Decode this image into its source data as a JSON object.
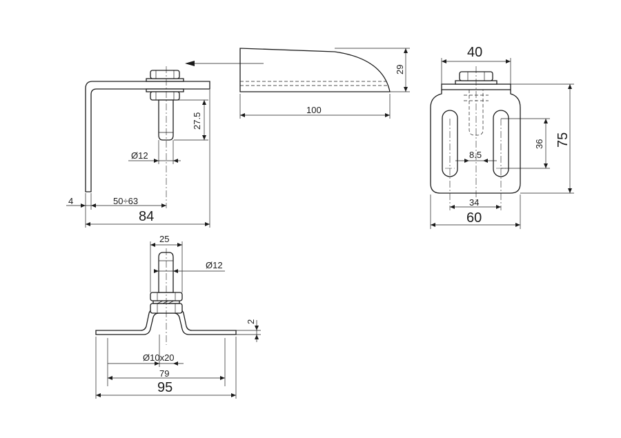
{
  "dimensions": {
    "side_view": {
      "width_84": "84",
      "offset_50_63": "50÷63",
      "thickness_4": "4",
      "stud_length": "27.5",
      "stud_diameter": "Ø12"
    },
    "top_view": {
      "length_100": "100",
      "height_29": "29"
    },
    "front_view": {
      "nut_width_40": "40",
      "height_75": "75",
      "slot_spacing_36": "36",
      "slot_width_8_5": "8.5",
      "slot_distance_34": "34",
      "width_60": "60"
    },
    "bottom_view": {
      "stud_width_25": "25",
      "stud_diameter": "Ø12",
      "thickness_2": "2",
      "hole": "Ø10x20",
      "inner_79": "79",
      "overall_95": "95"
    }
  }
}
